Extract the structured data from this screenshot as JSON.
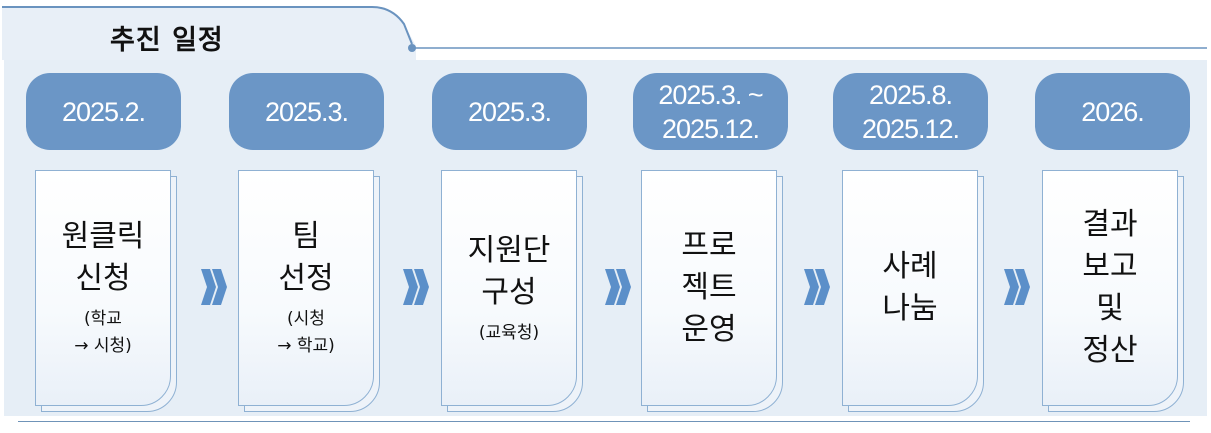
{
  "header": {
    "title": "추진 일정"
  },
  "arrow_icon": "double-chevron-right-icon",
  "colors": {
    "pill": "#6b96c6",
    "panel": "#e6eef6",
    "card_border": "#8fb1d3",
    "arrow": "#5b8fc9"
  },
  "stages": [
    {
      "date": [
        "2025.2."
      ],
      "main": [
        "원클릭",
        "신청"
      ],
      "sub": [
        "(학교",
        "→ 시청)"
      ]
    },
    {
      "date": [
        "2025.3."
      ],
      "main": [
        "팀",
        "선정"
      ],
      "sub": [
        "(시청",
        "→ 학교)"
      ]
    },
    {
      "date": [
        "2025.3."
      ],
      "main": [
        "지원단",
        "구성"
      ],
      "sub": [
        "(교육청)"
      ]
    },
    {
      "date": [
        "2025.3. ~",
        "2025.12."
      ],
      "main": [
        "프로",
        "젝트",
        "운영"
      ],
      "sub": []
    },
    {
      "date": [
        "2025.8.",
        "2025.12."
      ],
      "main": [
        "사례",
        "나눔"
      ],
      "sub": []
    },
    {
      "date": [
        "2026."
      ],
      "main": [
        "결과",
        "보고",
        "및",
        "정산"
      ],
      "sub": []
    }
  ]
}
